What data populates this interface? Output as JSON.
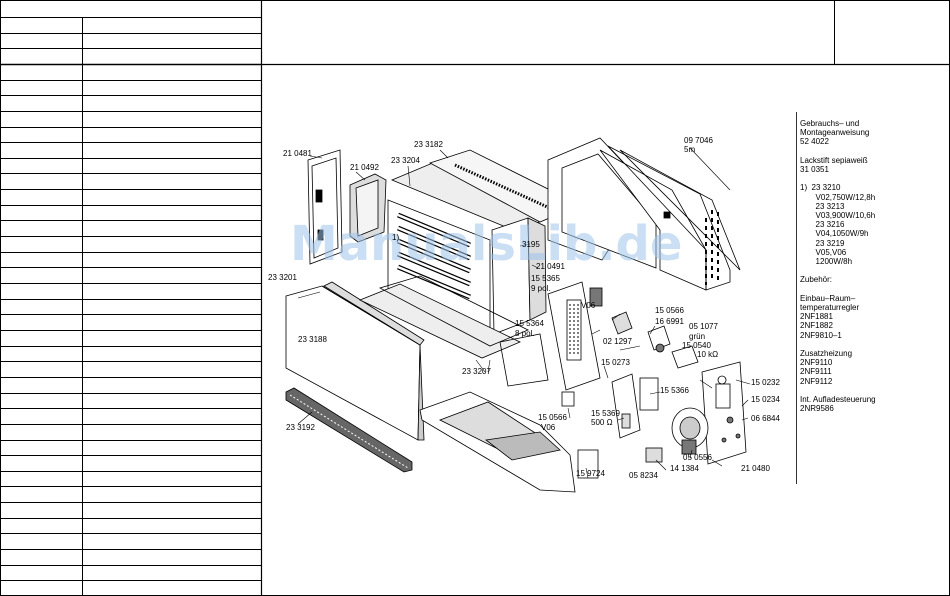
{
  "watermark": "ManualsLib.de",
  "part_labels": [
    {
      "id": "p210481",
      "text": "21 0481"
    },
    {
      "id": "p210492",
      "text": "21 0492"
    },
    {
      "id": "p233204",
      "text": "23 3204"
    },
    {
      "id": "p233182",
      "text": "23 3182"
    },
    {
      "id": "p097046",
      "text": "09 7046"
    },
    {
      "id": "p5m",
      "text": "5m"
    },
    {
      "id": "p12",
      "text": "1)"
    },
    {
      "id": "p233195",
      "text": "3195"
    },
    {
      "id": "p210491",
      "text": "21 0491"
    },
    {
      "id": "p155365",
      "text": "15 5365"
    },
    {
      "id": "p9pol",
      "text": "9 pol."
    },
    {
      "id": "p233201",
      "text": "23 3201"
    },
    {
      "id": "p233188",
      "text": "23 3188"
    },
    {
      "id": "p155364",
      "text": "15 5364"
    },
    {
      "id": "p8pol",
      "text": "8 pol."
    },
    {
      "id": "p155566",
      "text": "15 0566"
    },
    {
      "id": "p166991",
      "text": "16 6991"
    },
    {
      "id": "p051077",
      "text": "05 1077"
    },
    {
      "id": "pgruen",
      "text": "grün"
    },
    {
      "id": "p021297",
      "text": "02 1297"
    },
    {
      "id": "p150540",
      "text": "15 0540"
    },
    {
      "id": "p10k",
      "text": "10 kΩ"
    },
    {
      "id": "p233207",
      "text": "23 3207"
    },
    {
      "id": "p150273",
      "text": "15 0273"
    },
    {
      "id": "p150232",
      "text": "15 0232"
    },
    {
      "id": "p155366",
      "text": "15 5366"
    },
    {
      "id": "p150234",
      "text": "15 0234"
    },
    {
      "id": "p233192",
      "text": "23 3192"
    },
    {
      "id": "p150566",
      "text": "15 0566"
    },
    {
      "id": "pV06a",
      "text": "V06"
    },
    {
      "id": "pV06b",
      "text": "V06"
    },
    {
      "id": "p155369",
      "text": "15 5369"
    },
    {
      "id": "p500",
      "text": "500 Ω"
    },
    {
      "id": "p066844",
      "text": "06 6844"
    },
    {
      "id": "p050556",
      "text": "05 0556"
    },
    {
      "id": "p141384",
      "text": "14 1384"
    },
    {
      "id": "p159724",
      "text": "15 9724"
    },
    {
      "id": "p058234",
      "text": "05 8234"
    },
    {
      "id": "p210480",
      "text": "21 0480"
    }
  ],
  "notes": [
    "Gebrauchs– und",
    "Montageanweisung",
    "52 4022",
    "",
    "Lackstift sepiaweiß",
    "31 0351",
    "",
    "1)  23 3210",
    "       V02,750W/12,8h",
    "       23 3213",
    "       V03,900W/10,6h",
    "       23 3216",
    "       V04,1050W/9h",
    "       23 3219",
    "       V05,V06",
    "       1200W/8h",
    "",
    "Zubehör:",
    "",
    "Einbau–Raum–",
    "temperaturregler",
    "2NF1881",
    "2NF1882",
    "2NF9810–1",
    "",
    "Zusatzheizung",
    "2NF9110",
    "2NF9111",
    "2NF9112",
    "",
    "Int. Aufladesteuerung",
    "2NR9586"
  ]
}
